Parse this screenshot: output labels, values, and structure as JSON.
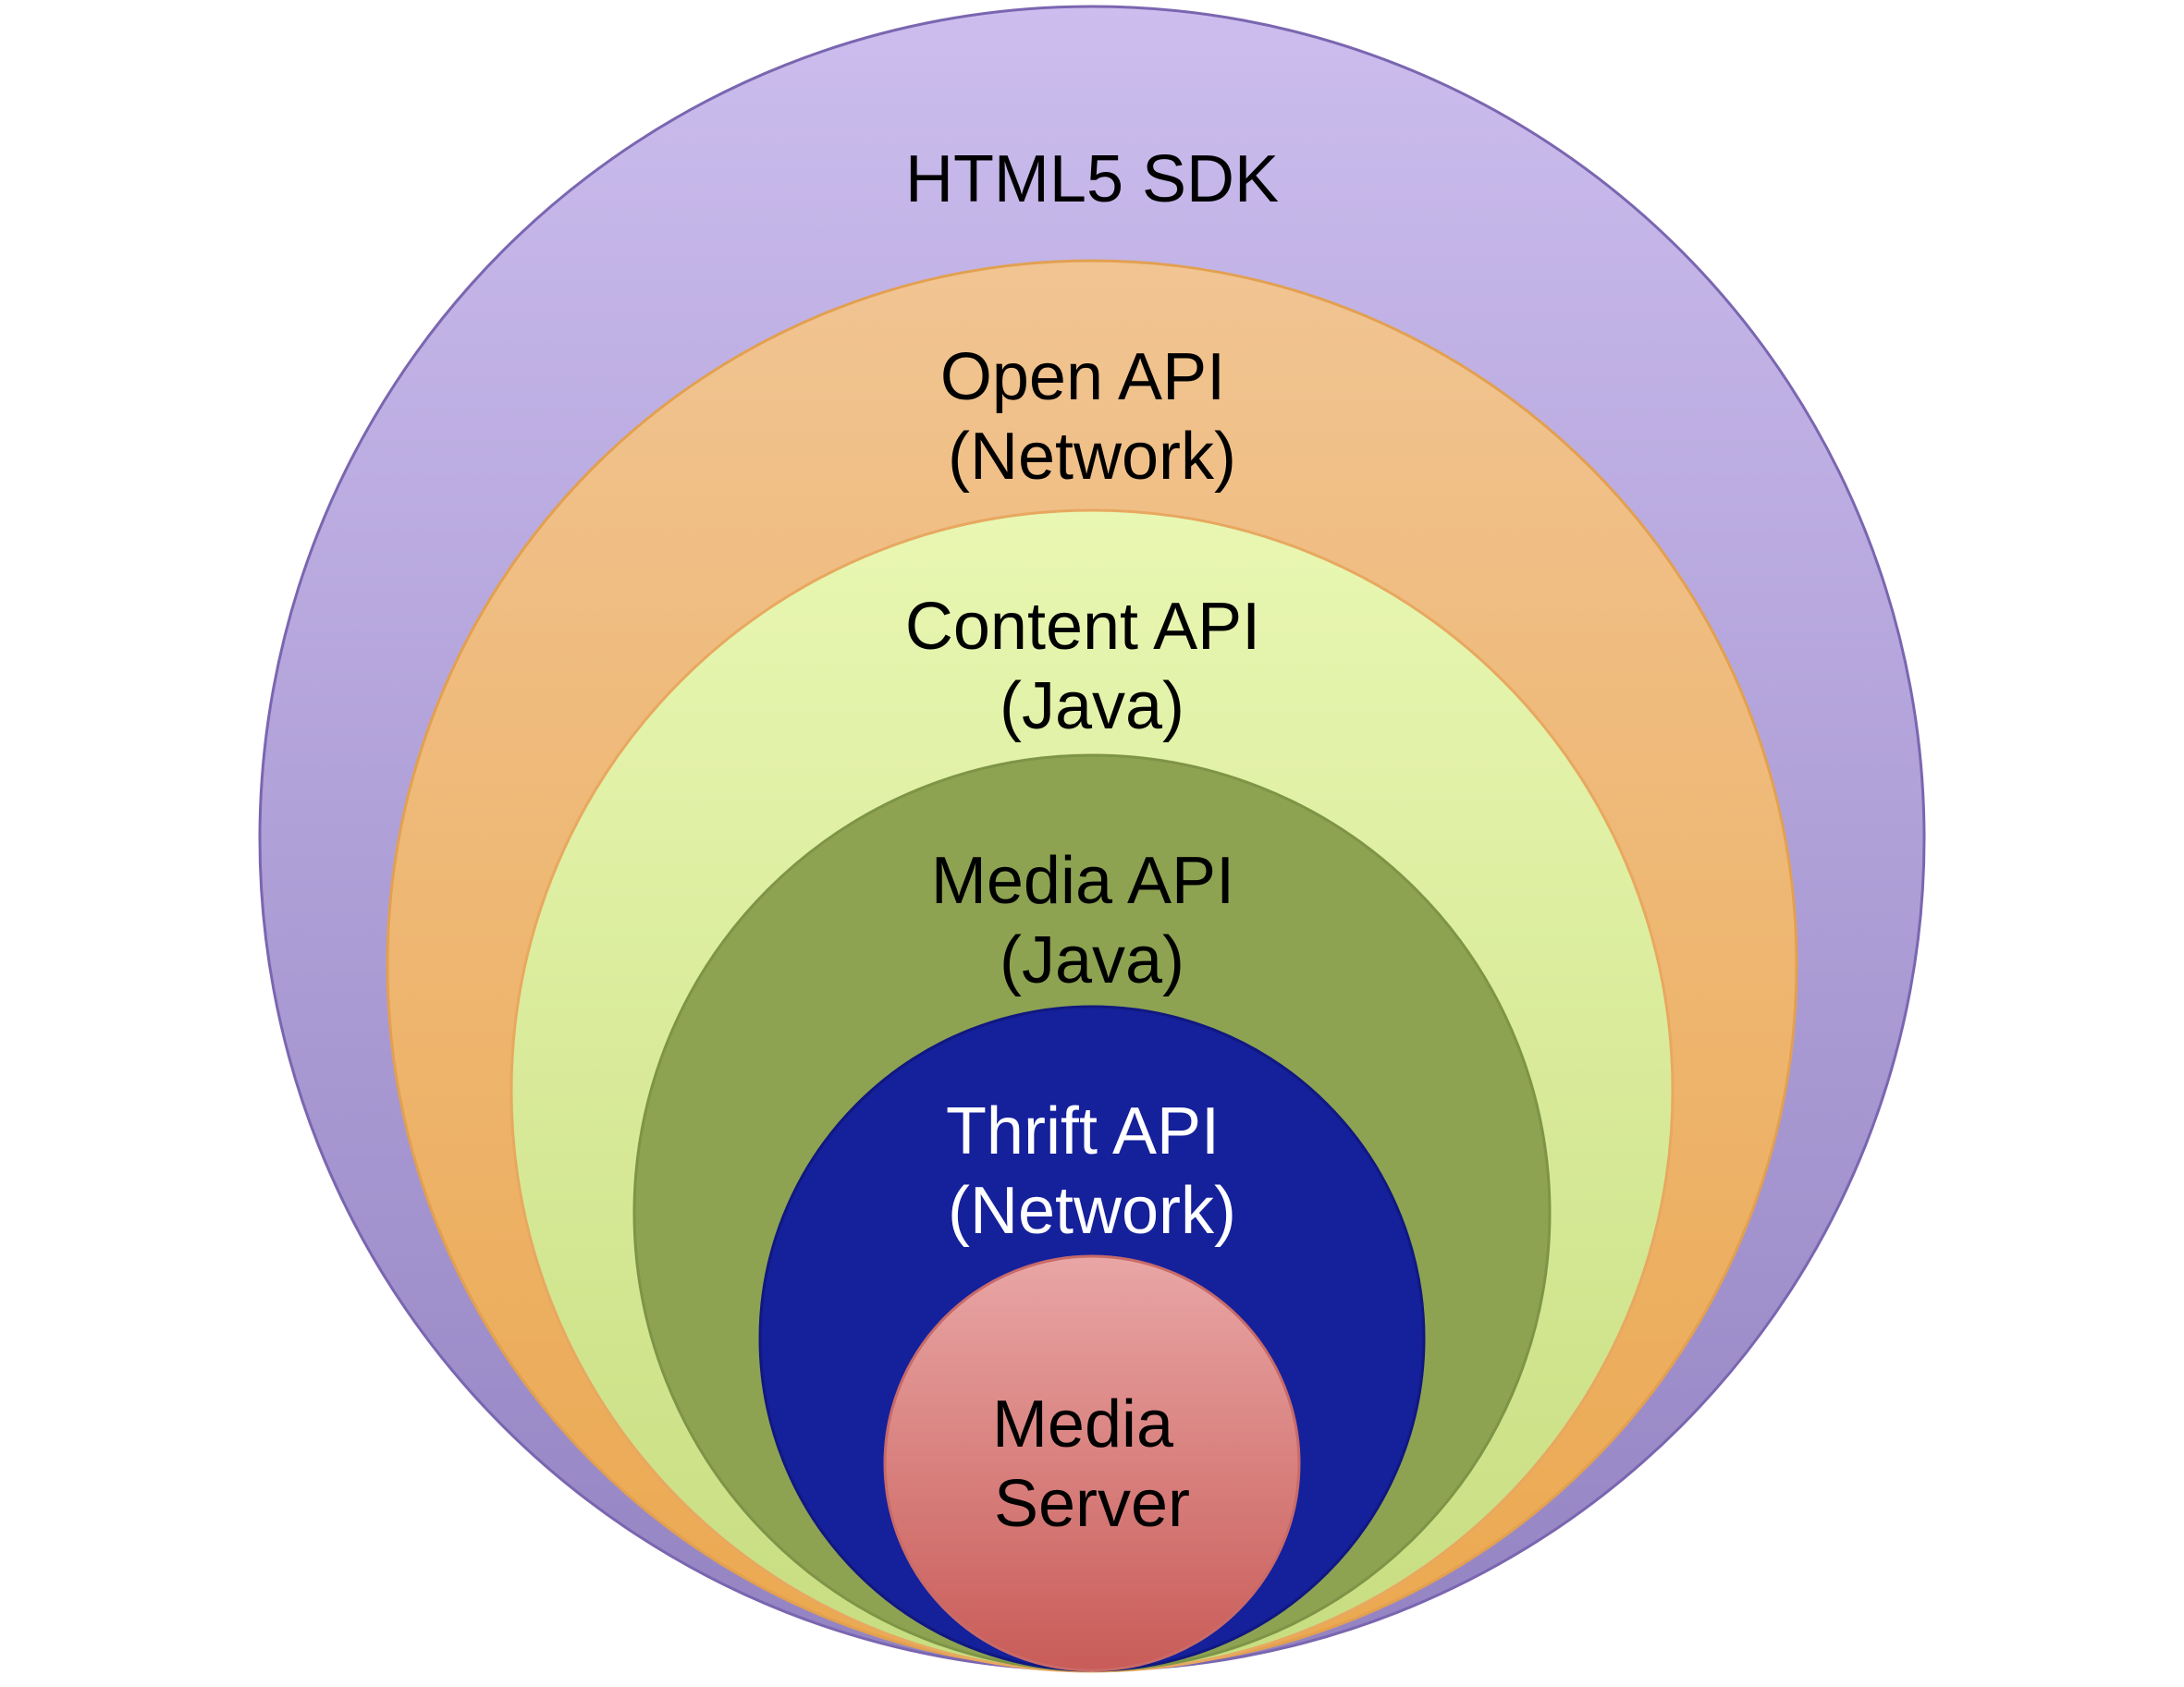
{
  "layers": [
    {
      "id": "html5-sdk",
      "lines": [
        "HTML5 SDK"
      ],
      "fill_top": "#CCBDEE",
      "fill_bottom": "#9383C2",
      "stroke": "#7A66B0",
      "text_color": "#000000"
    },
    {
      "id": "open-api",
      "lines": [
        "Open API",
        "(Network)"
      ],
      "fill_top": "#F1C492",
      "fill_bottom": "#EBA84F",
      "stroke": "#E2A050",
      "text_color": "#000000"
    },
    {
      "id": "content-api",
      "lines": [
        "Content API",
        "(Java)"
      ],
      "fill_top": "#E9F7B2",
      "fill_bottom": "#C7DD80",
      "stroke": "#E8A860",
      "text_color": "#000000"
    },
    {
      "id": "media-api",
      "lines": [
        "Media API",
        "(Java)"
      ],
      "fill_top": "#8DA352",
      "fill_bottom": "#8DA352",
      "stroke": "#7E9446",
      "text_color": "#000000"
    },
    {
      "id": "thrift-api",
      "lines": [
        "Thrift API",
        "(Network)"
      ],
      "fill_top": "#15209B",
      "fill_bottom": "#15209B",
      "stroke": "#101880",
      "text_color": "#FFFFFF"
    },
    {
      "id": "media-server",
      "lines": [
        "Media",
        "Server"
      ],
      "fill_top": "#E8A6A5",
      "fill_bottom": "#C95C58",
      "stroke": "#C86A68",
      "text_color": "#000000"
    }
  ]
}
